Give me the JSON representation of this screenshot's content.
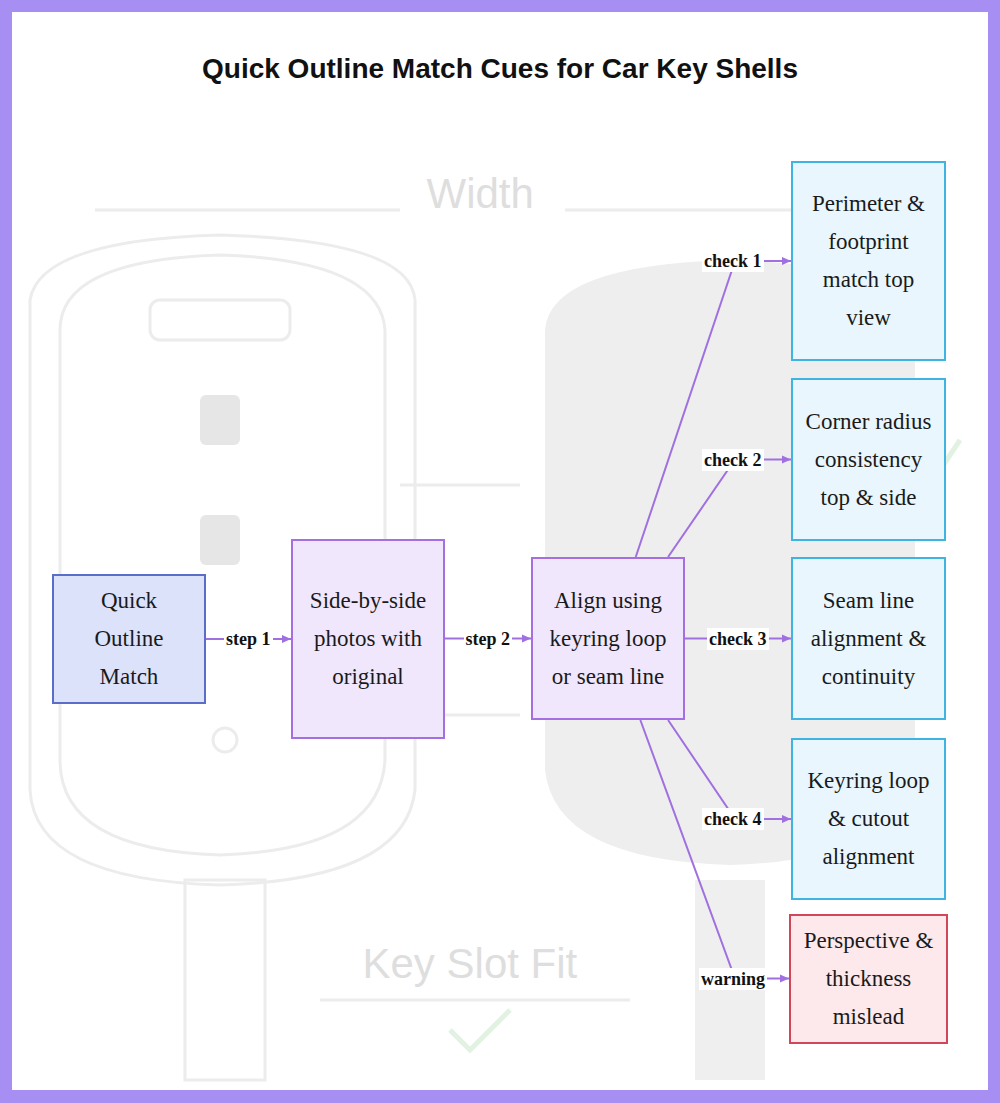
{
  "diagram": {
    "title": "Quick Outline Match Cues for Car Key Shells",
    "nodes": [
      {
        "text": [
          "Quick Outline Match"
        ]
      },
      {
        "text": [
          "Side-by-side photos with original"
        ]
      },
      {
        "text": [
          "Align using keyring loop or seam line"
        ]
      },
      {
        "text": [
          "Perimeter & footprint match top view"
        ]
      },
      {
        "text": [
          "Corner radius consistency top & side"
        ]
      },
      {
        "text": [
          "Seam line alignment & continuity"
        ]
      },
      {
        "text": [
          "Keyring loop & cutout alignment"
        ]
      },
      {
        "text": [
          "Perspective & thickness mislead"
        ]
      }
    ],
    "edges": [
      {
        "from": 0,
        "to": 1,
        "label": "step 1",
        "arrow": "to"
      },
      {
        "from": 1,
        "to": 2,
        "label": "step 2",
        "arrow": "to"
      },
      {
        "from": 2,
        "to": 3,
        "label": "check 1",
        "arrow": "to"
      },
      {
        "from": 2,
        "to": 4,
        "label": "check 2",
        "arrow": "to"
      },
      {
        "from": 2,
        "to": 5,
        "label": "check 3",
        "arrow": "to"
      },
      {
        "from": 2,
        "to": 6,
        "label": "check 4",
        "arrow": "to"
      },
      {
        "from": 2,
        "to": 7,
        "label": "warning",
        "arrow": "to"
      }
    ],
    "labels": [
      "Width",
      "Key Slot Fit"
    ]
  }
}
